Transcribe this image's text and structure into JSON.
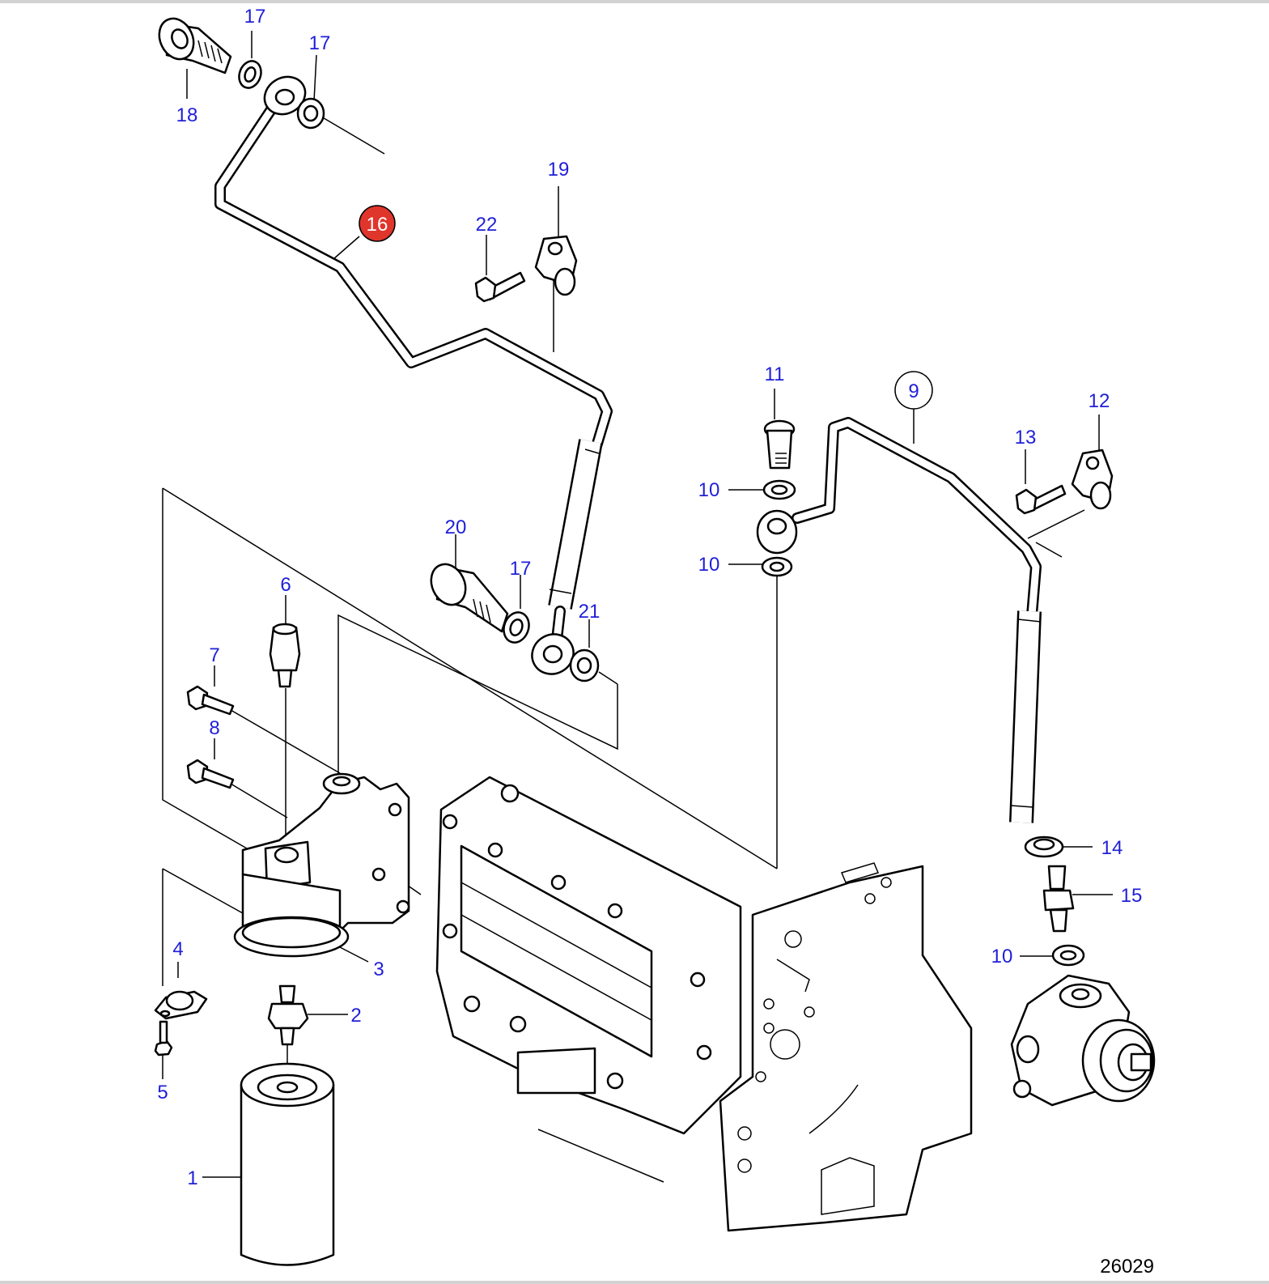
{
  "callouts": {
    "c1": "1",
    "c2": "2",
    "c3": "3",
    "c4": "4",
    "c5": "5",
    "c6": "6",
    "c7": "7",
    "c8": "8",
    "c9": "9",
    "c10a": "10",
    "c10b": "10",
    "c10c": "10",
    "c11": "11",
    "c12": "12",
    "c13": "13",
    "c14": "14",
    "c15": "15",
    "c16": "16",
    "c17a": "17",
    "c17b": "17",
    "c17c": "17",
    "c18": "18",
    "c19": "19",
    "c20": "20",
    "c21": "21",
    "c22": "22"
  },
  "selected_callout": "16",
  "drawing_number": "26029",
  "colors": {
    "callout_text": "#1f1fd9",
    "selected_badge": "#e0352b",
    "line": "#000000"
  }
}
